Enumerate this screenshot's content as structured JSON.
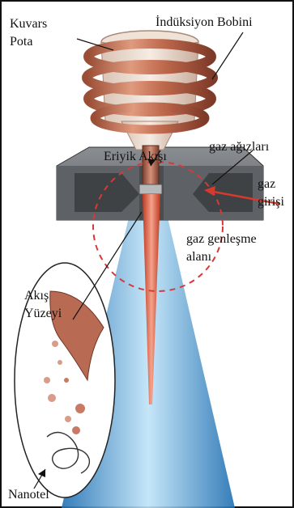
{
  "labels": {
    "crucible_line1": "Kuvars",
    "crucible_line2": "Pota",
    "coil": "İndüksiyon Bobini",
    "melt_flow": "Eriyik Akışı",
    "gas_nozzles": "gaz ağızları",
    "gas_inlet_line1": "gaz",
    "gas_inlet_line2": "girişi",
    "expansion_line1": "gaz genleşme",
    "expansion_line2": "alanı",
    "flow_surface_line1": "Akış",
    "flow_surface_line2": "Yüzeyi",
    "nanowire": "Nanotel"
  },
  "colors": {
    "copper": "#c8745a",
    "copper_dark": "#8e4632",
    "crucible_glass": "#e8d8c8",
    "nozzle_gray": "#5e6266",
    "nozzle_dark": "#3f4245",
    "jet_blue": "#4aa3d8",
    "jet_red": "#d84a2e",
    "expansion_dashes": "#d43a3a",
    "inlet_arrow": "#d63a2a"
  },
  "icons": {
    "inlet_arrow": "arrow-left-icon",
    "expansion_zone": "dashed-circle"
  }
}
